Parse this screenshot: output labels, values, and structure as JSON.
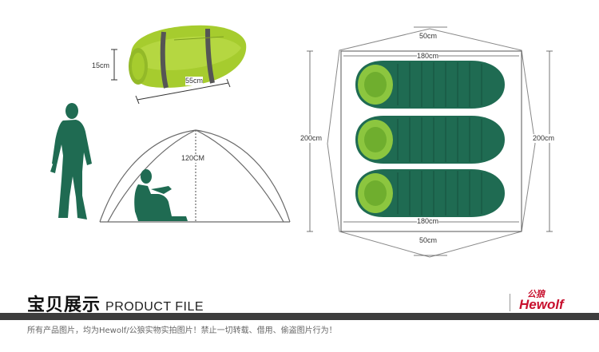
{
  "bag": {
    "height_label": "15cm",
    "length_label": "55cm"
  },
  "side_view": {
    "height_label": "120CM"
  },
  "top_view": {
    "outer_top": "50cm",
    "inner_top": "180cm",
    "left": "200cm",
    "right": "200cm",
    "inner_bottom": "180cm",
    "outer_bottom": "50cm"
  },
  "footer": {
    "title_zh": "宝贝展示",
    "title_en": "PRODUCT FILE",
    "brand_zh": "公狼",
    "brand_en": "Hewolf",
    "note": "所有产品图片，均为Hewolf/公狼实物实拍图片！禁止一切转载、借用、偷盗图片行为！"
  },
  "colors": {
    "bag_green": "#a6cc2e",
    "silhouette": "#1f6b52",
    "sleeping_bag": "#1f6b52",
    "hood": "#8cc63f",
    "footer_bar": "#3d3d3d",
    "brand_red": "#c8102e"
  }
}
